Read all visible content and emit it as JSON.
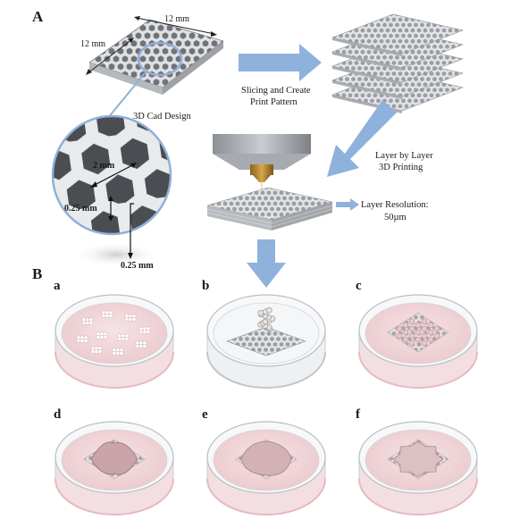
{
  "panel_a": {
    "label": "A",
    "dim_top": "12 mm",
    "dim_left": "12 mm",
    "cad_label": "3D Cad Design",
    "slicing_label_1": "Slicing and Create",
    "slicing_label_2": "Print Pattern",
    "layer_label_1": "Layer by Layer",
    "layer_label_2": "3D Printing",
    "resolution_label_1": "Layer Resolution:",
    "resolution_label_2": "50µm",
    "zoom_cell": "2 mm",
    "zoom_wall": "0.25 mm",
    "zoom_height": "0.25 mm"
  },
  "panel_b": {
    "label": "B",
    "subpanels": [
      "a",
      "b",
      "c",
      "d",
      "e",
      "f"
    ]
  },
  "colors": {
    "arrow": "#8fb2dc",
    "lattice": "#c9cbce",
    "zoom_ring": "#8fb0d8",
    "medium": "#f1d4d7",
    "nozzle": "#b8892f"
  }
}
